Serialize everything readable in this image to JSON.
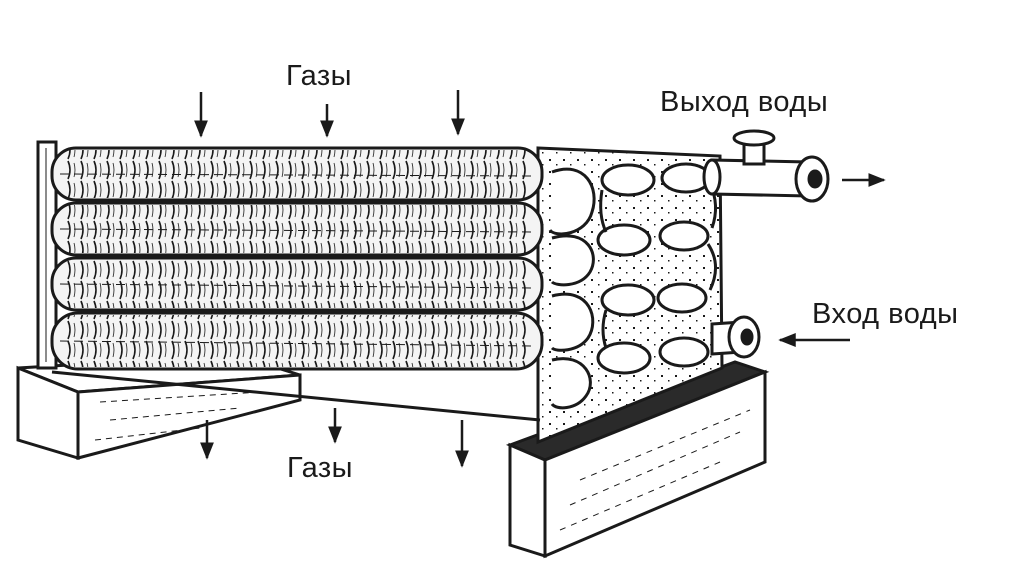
{
  "diagram": {
    "labels": {
      "gas_top": "Газы",
      "gas_bottom": "Газы",
      "water_out": "Выход воды",
      "water_in": "Вход воды"
    },
    "colors": {
      "ink": "#1a1a1a",
      "paper": "#ffffff",
      "tube_fill": "#f4f4f4"
    },
    "components": {
      "tube_rows": 4,
      "return_bends_per_column": 4,
      "supports": 2
    }
  }
}
